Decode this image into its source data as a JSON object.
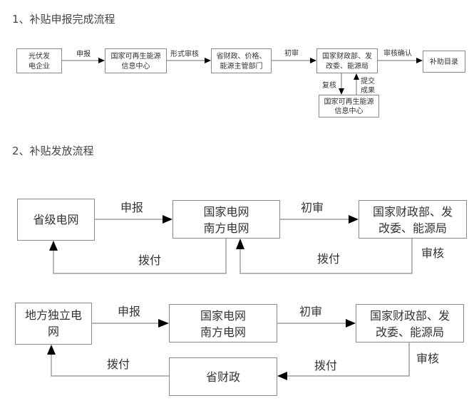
{
  "section1": {
    "title": "1、补贴申报完成流程",
    "nodes": {
      "pv_enterprise": [
        "光伏发",
        "电企业"
      ],
      "info_center_a": [
        "国家可再生能源",
        "信息中心"
      ],
      "provincial_depts": [
        "省财政、价格、",
        "能源主管部门"
      ],
      "national_ministries": [
        "国家财政部、发",
        "改委、能源局"
      ],
      "subsidy_catalog": [
        "补助目录"
      ],
      "info_center_b": [
        "国家可再生能源",
        "信息中心"
      ]
    },
    "edges": {
      "declare": "申报",
      "formal_review": "形式审核",
      "initial_review": "初审",
      "review_confirm": "审核确认",
      "re_review": "复核",
      "submit_results": [
        "提交",
        "成果"
      ]
    }
  },
  "section2": {
    "title": "2、补贴发放流程",
    "flow_a": {
      "nodes": {
        "provincial_grid": [
          "省级电网"
        ],
        "state_grid": [
          "国家电网",
          "南方电网"
        ],
        "national_ministries": [
          "国家财政部、发",
          "改委、能源局"
        ]
      },
      "edges": {
        "declare": "申报",
        "initial_review": "初审",
        "audit": "审核",
        "allocate_right": "拨付",
        "allocate_left": "拨付"
      }
    },
    "flow_b": {
      "nodes": {
        "local_grid": [
          "地方独立电",
          "网"
        ],
        "state_grid": [
          "国家电网",
          "南方电网"
        ],
        "national_ministries": [
          "国家财政部、发",
          "改委、能源局"
        ],
        "provincial_finance": [
          "省财政"
        ]
      },
      "edges": {
        "declare": "申报",
        "initial_review": "初审",
        "audit": "审核",
        "allocate_right": "拨付",
        "allocate_left": "拨付"
      }
    }
  }
}
